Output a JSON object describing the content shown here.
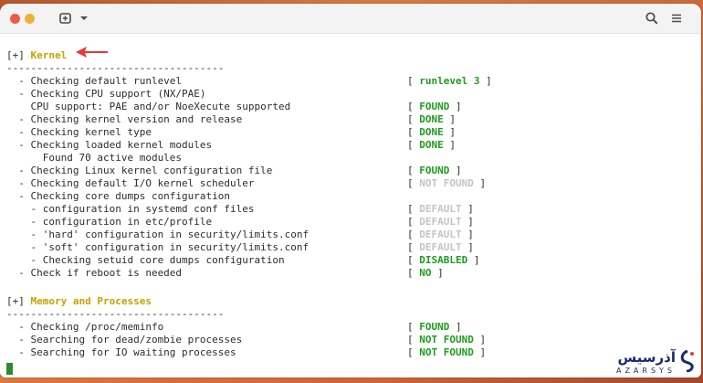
{
  "window": {
    "icons": [
      "close-dot",
      "minimize-dot",
      "new-tab-icon",
      "chevron-down-icon",
      "search-icon",
      "hamburger-menu-icon"
    ]
  },
  "terminal": {
    "sections": [
      {
        "marker": "[+]",
        "title": "Kernel",
        "rule": "------------------------------------",
        "rows": [
          {
            "text": "  - Checking default runlevel",
            "status": "runlevel 3",
            "color": "green"
          },
          {
            "text": "  - Checking CPU support (NX/PAE)",
            "status": "",
            "color": ""
          },
          {
            "text": "    CPU support: PAE and/or NoeXecute supported",
            "status": "FOUND",
            "color": "green"
          },
          {
            "text": "  - Checking kernel version and release",
            "status": "DONE",
            "color": "green"
          },
          {
            "text": "  - Checking kernel type",
            "status": "DONE",
            "color": "green"
          },
          {
            "text": "  - Checking loaded kernel modules",
            "status": "DONE",
            "color": "green"
          },
          {
            "text": "      Found 70 active modules",
            "status": "",
            "color": ""
          },
          {
            "text": "  - Checking Linux kernel configuration file",
            "status": "FOUND",
            "color": "green"
          },
          {
            "text": "  - Checking default I/O kernel scheduler",
            "status": "NOT FOUND",
            "color": "grey"
          },
          {
            "text": "  - Checking core dumps configuration",
            "status": "",
            "color": ""
          },
          {
            "text": "    - configuration in systemd conf files",
            "status": "DEFAULT",
            "color": "grey"
          },
          {
            "text": "    - configuration in etc/profile",
            "status": "DEFAULT",
            "color": "grey"
          },
          {
            "text": "    - 'hard' configuration in security/limits.conf",
            "status": "DEFAULT",
            "color": "grey"
          },
          {
            "text": "    - 'soft' configuration in security/limits.conf",
            "status": "DEFAULT",
            "color": "grey"
          },
          {
            "text": "    - Checking setuid core dumps configuration",
            "status": "DISABLED",
            "color": "green"
          },
          {
            "text": "  - Check if reboot is needed",
            "status": "NO",
            "color": "green"
          }
        ]
      },
      {
        "marker": "[+]",
        "title": "Memory and Processes",
        "rule": "------------------------------------",
        "rows": [
          {
            "text": "  - Checking /proc/meminfo",
            "status": "FOUND",
            "color": "green"
          },
          {
            "text": "  - Searching for dead/zombie processes",
            "status": "NOT FOUND",
            "color": "green"
          },
          {
            "text": "  - Searching for IO waiting processes",
            "status": "NOT FOUND",
            "color": "green"
          }
        ]
      }
    ]
  },
  "annotation": {
    "icon": "red-arrow-icon",
    "color": "#e53935"
  },
  "watermark": {
    "name": "آذرسیس",
    "sub": "AZARSYS"
  },
  "colors": {
    "header": "#c9a000",
    "ok": "#1f9d1f",
    "muted": "#c4c4c4",
    "cursor": "#2e8b2e"
  }
}
